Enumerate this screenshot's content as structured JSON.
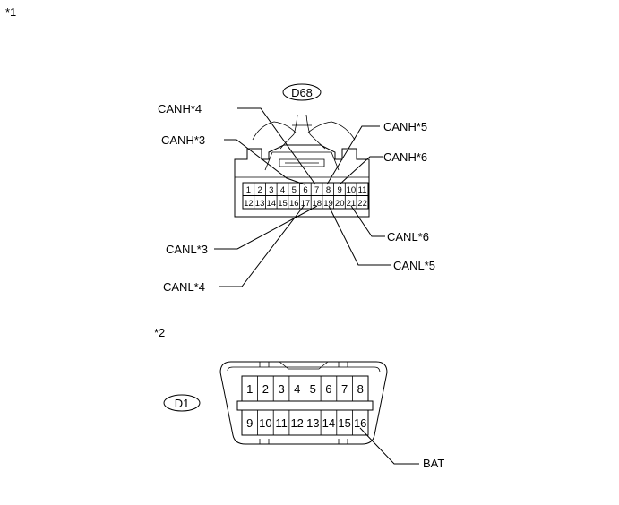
{
  "markers": {
    "diagram1": "*1",
    "diagram2": "*2"
  },
  "connector_d68": {
    "id": "D68",
    "top_row": [
      "1",
      "2",
      "3",
      "4",
      "5",
      "6",
      "7",
      "8",
      "9",
      "10",
      "11"
    ],
    "bottom_row": [
      "12",
      "13",
      "14",
      "15",
      "16",
      "17",
      "18",
      "19",
      "20",
      "21",
      "22"
    ],
    "labels": {
      "canh4": "CANH*4",
      "canh3": "CANH*3",
      "canh5": "CANH*5",
      "canh6": "CANH*6",
      "canl3": "CANL*3",
      "canl4": "CANL*4",
      "canl5": "CANL*5",
      "canl6": "CANL*6"
    }
  },
  "connector_d1": {
    "id": "D1",
    "top_row": [
      "1",
      "2",
      "3",
      "4",
      "5",
      "6",
      "7",
      "8"
    ],
    "bottom_row": [
      "9",
      "10",
      "11",
      "12",
      "13",
      "14",
      "15",
      "16"
    ],
    "labels": {
      "bat": "BAT"
    }
  }
}
